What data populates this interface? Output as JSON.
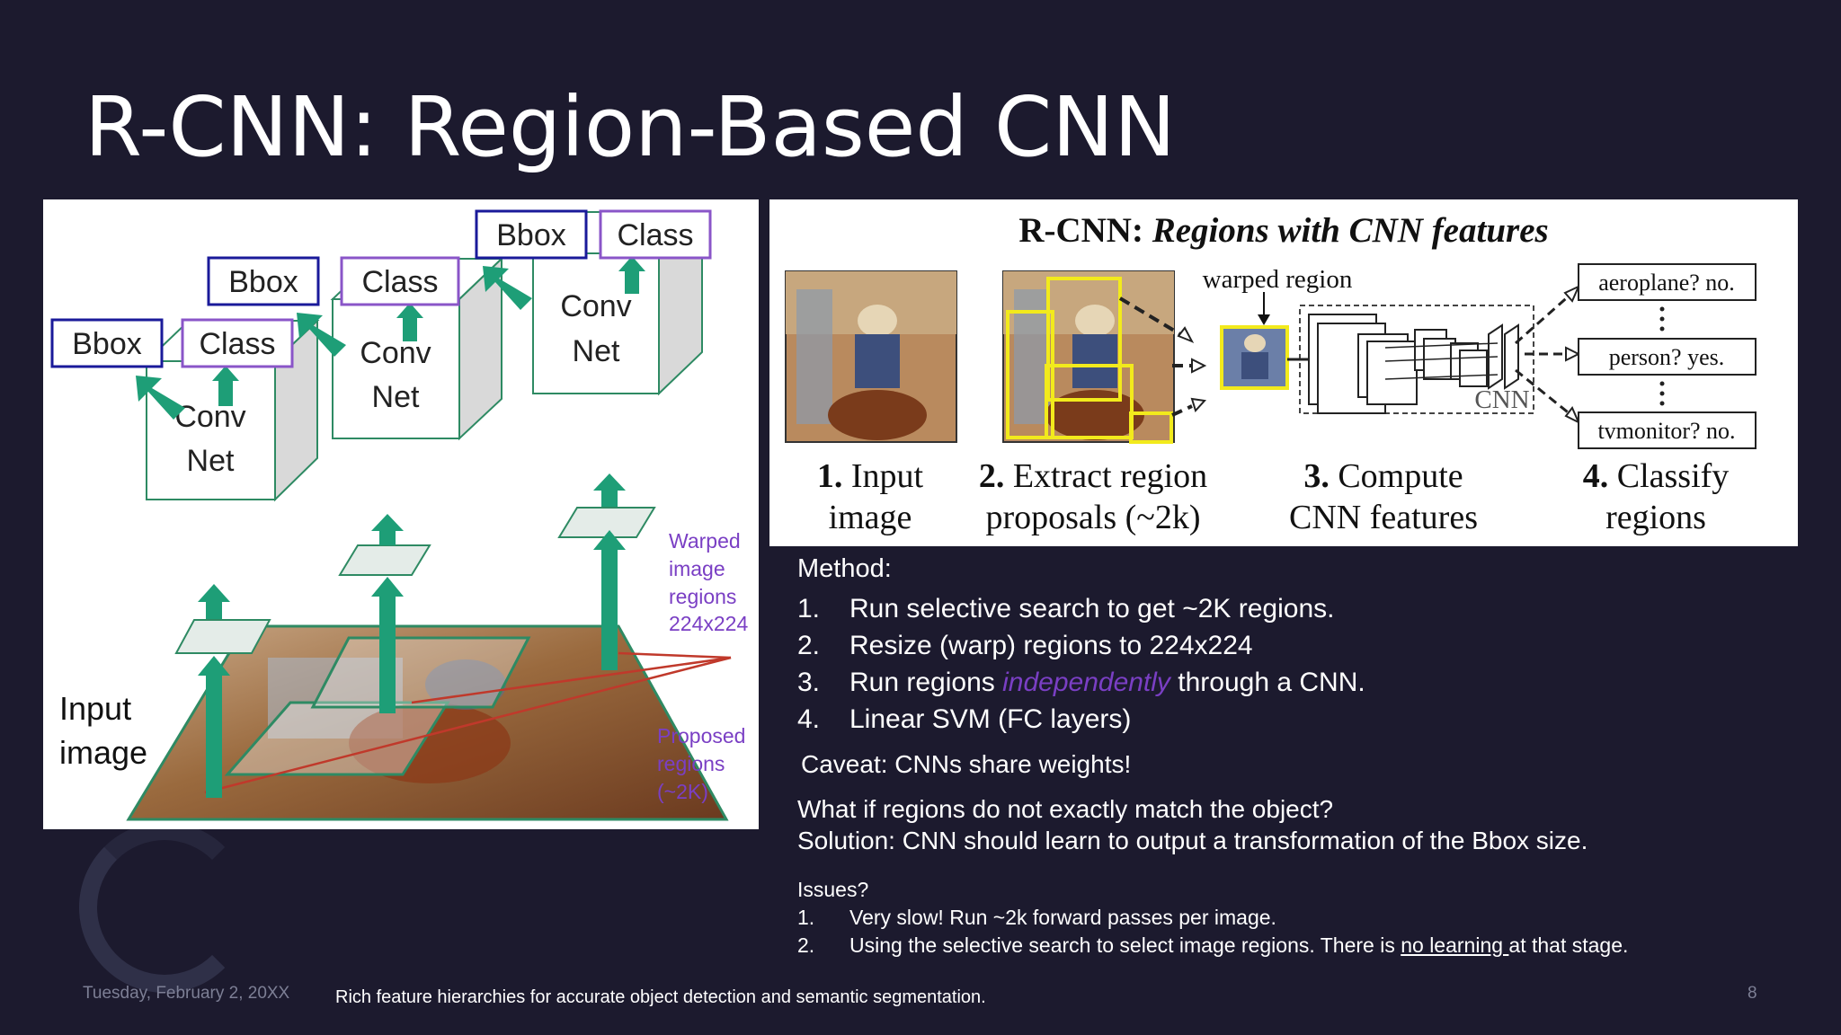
{
  "title": "R-CNN: Region-Based CNN",
  "left_figure": {
    "bbox_label": "Bbox",
    "class_label": "Class",
    "conv_line1": "Conv",
    "conv_line2": "Net",
    "input_line1": "Input",
    "input_line2": "image",
    "warped_lines": [
      "Warped",
      "image",
      "regions",
      "224x224"
    ],
    "proposed_lines": [
      "Proposed",
      "regions",
      "(~2K)"
    ]
  },
  "right_figure": {
    "heading_prefix": "R-CNN: ",
    "heading_emph": "Regions with CNN features",
    "warped_region": "warped region",
    "cnn_label": "CNN",
    "outputs": [
      "aeroplane? no.",
      "person? yes.",
      "tvmonitor? no."
    ],
    "steps": [
      {
        "num": "1.",
        "line1": "Input",
        "line2": "image"
      },
      {
        "num": "2.",
        "line1": "Extract region",
        "line2": "proposals (~2k)"
      },
      {
        "num": "3.",
        "line1": "Compute",
        "line2": "CNN features"
      },
      {
        "num": "4.",
        "line1": "Classify",
        "line2": "regions"
      }
    ]
  },
  "method": {
    "label": "Method:",
    "steps": [
      {
        "num": "1.",
        "text": "Run selective search to get ~2K regions."
      },
      {
        "num": "2.",
        "text": "Resize  (warp) regions to 224x224"
      },
      {
        "num": "3.",
        "text_before": "Run regions ",
        "text_emph": "independently",
        "text_after": " through a CNN."
      },
      {
        "num": "4.",
        "text": "Linear SVM (FC layers)"
      }
    ],
    "caveat": "Caveat: CNNs share weights!",
    "question": "What if regions do not exactly match the object?",
    "solution": "Solution: CNN should learn to output a transformation of the Bbox size."
  },
  "issues": {
    "label": "Issues?",
    "items": [
      {
        "num": "1.",
        "text": "Very slow! Run ~2k forward passes per image."
      },
      {
        "num": "2.",
        "text_before": "Using the selective search to select image regions. There is ",
        "text_underline": "no learning ",
        "text_after": "at that stage."
      }
    ]
  },
  "footer": {
    "date": "Tuesday, February 2, 20XX",
    "reference": "Rich feature hierarchies for accurate object detection and semantic segmentation.",
    "page": "8"
  },
  "colors": {
    "background": "#1c1a2e",
    "arrow_green": "#1e9e77",
    "bbox_border": "#1a1a9a",
    "class_border": "#8a55c8",
    "annotation_purple": "#7a3fc4",
    "proposal_red": "#c0392b",
    "highlight_yellow": "#f2ea1c"
  }
}
